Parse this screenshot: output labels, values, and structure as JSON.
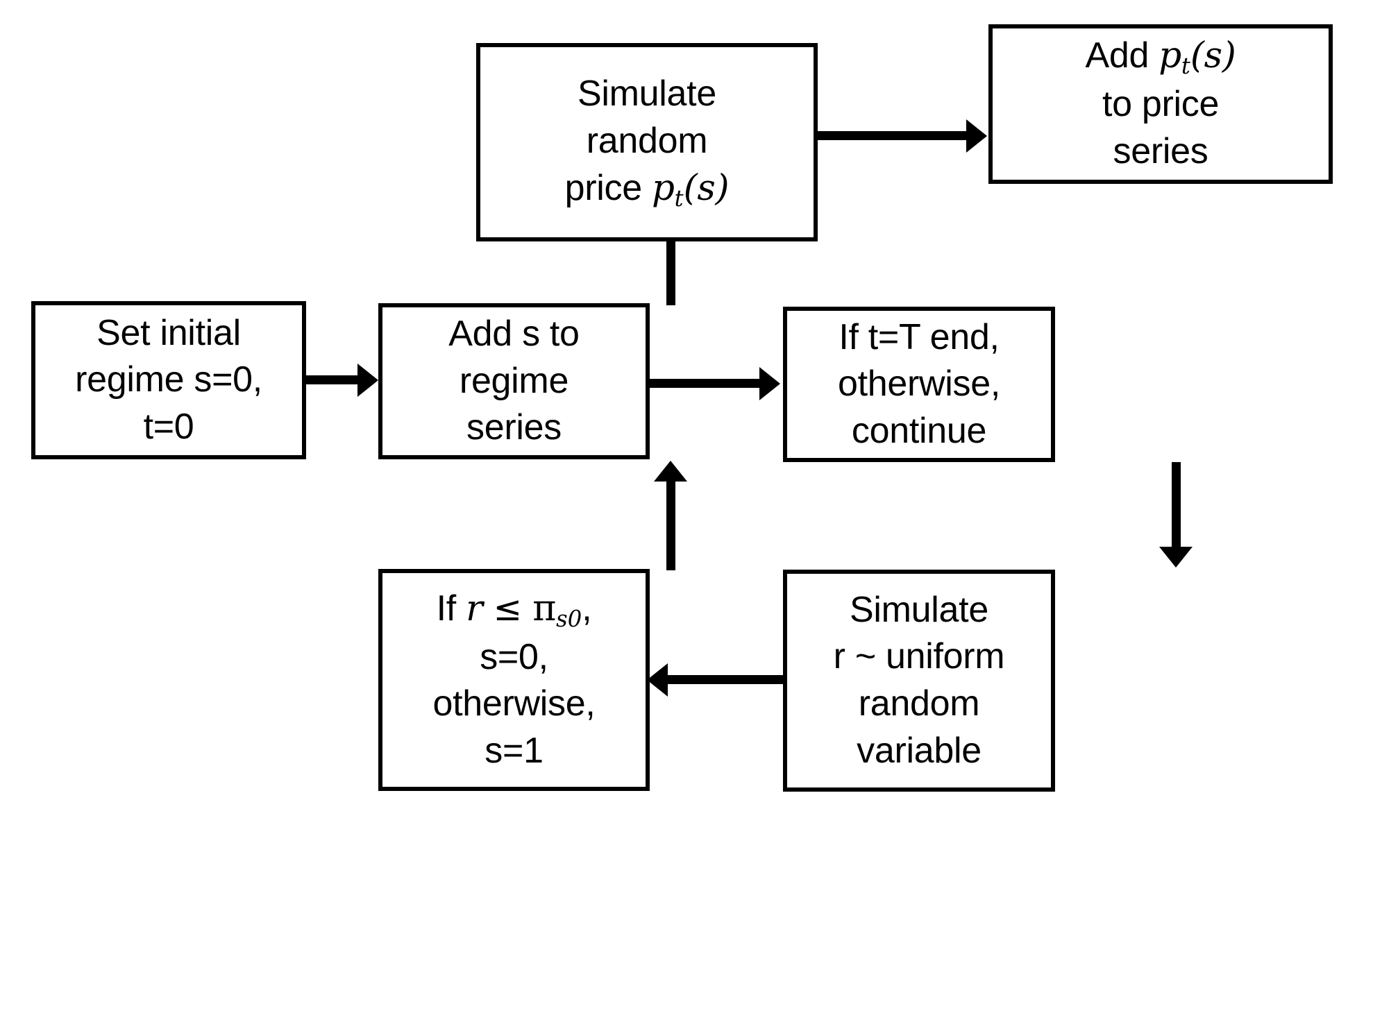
{
  "diagram": {
    "title": "Regime-switching Monte Carlo simulation flowchart",
    "background_color": "#ffffff",
    "stroke_color": "#000000",
    "nodes": {
      "simulate_price": {
        "id": "simulate-random-price",
        "lines": [
          "Simulate",
          "random",
          "price "
        ],
        "line1": "Simulate",
        "line2": "random",
        "line3_prefix": "price ",
        "math_p": "p",
        "math_sub_t": "t",
        "math_args": "(s)"
      },
      "add_price_series": {
        "id": "add-price-to-series",
        "line1_prefix": "Add ",
        "math_p": "p",
        "math_sub_t": "t",
        "math_args": "(s)",
        "line2": "to price",
        "line3": "series"
      },
      "set_initial": {
        "id": "set-initial-regime",
        "line1": "Set initial",
        "line2": "regime s=0,",
        "line3": "t=0"
      },
      "add_regime": {
        "id": "add-s-to-regime-series",
        "line1": "Add s to",
        "line2": "regime",
        "line3": "series"
      },
      "check_t": {
        "id": "check-time-end",
        "line1": "If t=T end,",
        "line2": "otherwise,",
        "line3": "continue"
      },
      "regime_rule": {
        "id": "regime-transition-rule",
        "line1_prefix": "If ",
        "math_r": "r",
        "math_le": " ≤ ",
        "math_pi": "π",
        "math_sub_s0": "s0",
        "line1_suffix": ",",
        "line2": "s=0,",
        "line3": "otherwise,",
        "line4": "s=1"
      },
      "simulate_r": {
        "id": "simulate-uniform-random",
        "line1": "Simulate",
        "line2": "r ~ uniform",
        "line3": "random",
        "line4": "variable"
      }
    },
    "edges": [
      {
        "id": "edge-price-to-series",
        "from": "simulate_price",
        "to": "add_price_series",
        "direction": "right"
      },
      {
        "id": "edge-regime-to-price",
        "from": "add_regime",
        "to": "simulate_price",
        "direction": "up"
      },
      {
        "id": "edge-init-to-regime",
        "from": "set_initial",
        "to": "add_regime",
        "direction": "right"
      },
      {
        "id": "edge-regime-to-check",
        "from": "add_regime",
        "to": "check_t",
        "direction": "right"
      },
      {
        "id": "edge-check-to-simulate-r",
        "from": "check_t",
        "to": "simulate_r",
        "direction": "down"
      },
      {
        "id": "edge-simulate-r-to-rule",
        "from": "simulate_r",
        "to": "regime_rule",
        "direction": "left"
      },
      {
        "id": "edge-rule-to-regime",
        "from": "regime_rule",
        "to": "add_regime",
        "direction": "up"
      }
    ]
  }
}
